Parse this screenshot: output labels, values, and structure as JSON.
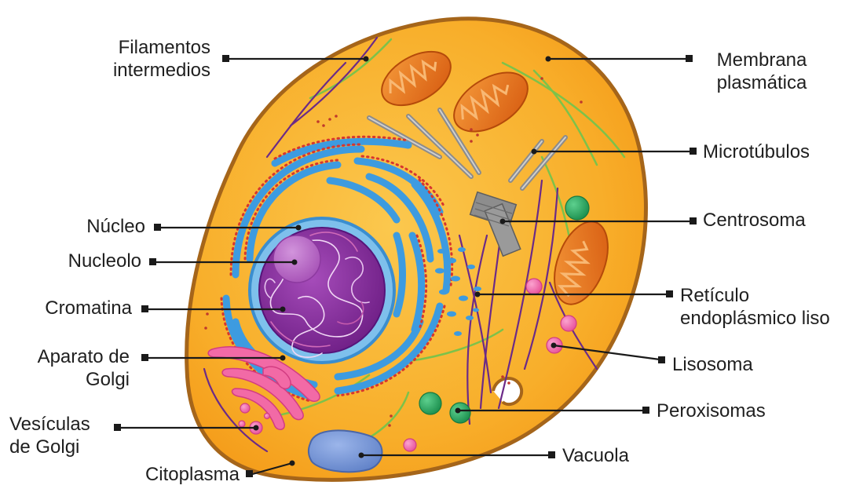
{
  "diagram": {
    "labels": {
      "filamentos": [
        "Filamentos",
        "intermedios"
      ],
      "membrana": [
        "Membrana",
        "plasmática"
      ],
      "microtubulos": [
        "Microtúbulos"
      ],
      "centrosoma": [
        "Centrosoma"
      ],
      "nucleo": [
        "Núcleo"
      ],
      "nucleolo": [
        "Nucleolo"
      ],
      "cromatina": [
        "Cromatina"
      ],
      "reticulo": [
        "Retículo",
        "endoplásmico liso"
      ],
      "aparato_golgi": [
        "Aparato de",
        "Golgi"
      ],
      "lisosoma": [
        "Lisosoma"
      ],
      "peroxisomas": [
        "Peroxisomas"
      ],
      "vesiculas": [
        "Vesículas",
        "de Golgi"
      ],
      "vacuola": [
        "Vacuola"
      ],
      "citoplasma": [
        "Citoplasma"
      ]
    },
    "colors": {
      "cytoplasm": "#f7a823",
      "cytoplasm_light": "#fbc24a",
      "membrane": "#b8731a",
      "er": "#3d9be0",
      "nucleus": "#8a2f9f",
      "nucleolus": "#b463c2",
      "golgi": "#f0569a",
      "mitochondria": "#ee7d1c",
      "peroxisome": "#25a45f",
      "vacuole": "#6e90d2",
      "leader": "#1a1a1a"
    }
  }
}
